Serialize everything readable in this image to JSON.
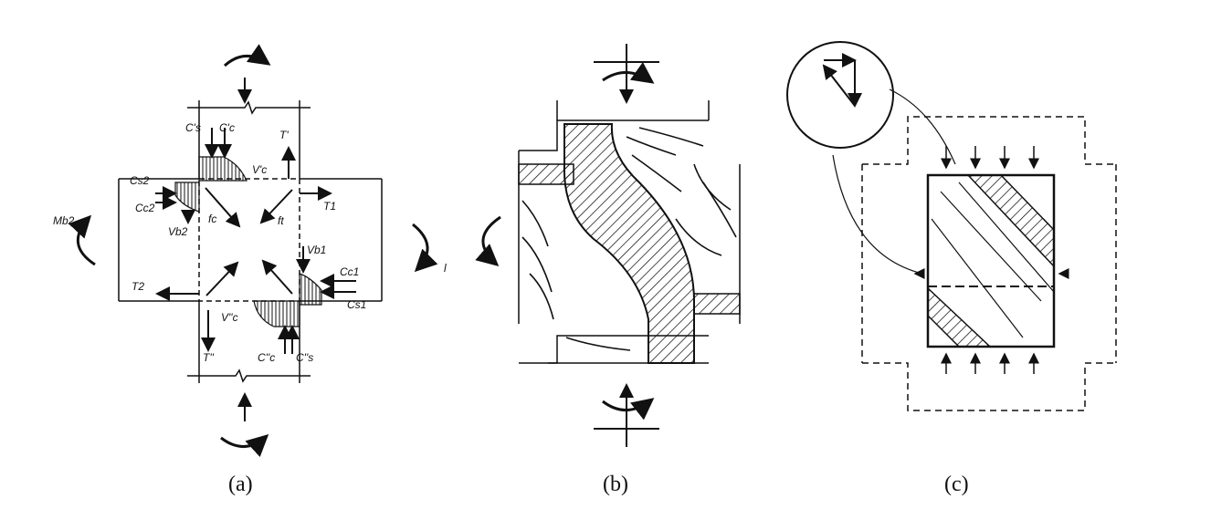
{
  "captions": {
    "a": "(a)",
    "b": "(b)",
    "c": "(c)"
  },
  "labels_a": {
    "cs1": "C's",
    "cc1": "C'c",
    "t_top": "T'",
    "vc_top": "V'c",
    "cs2": "Cs2",
    "cc2": "Cc2",
    "t1": "T1",
    "mb2": "Mb2",
    "fc": "fc",
    "ft": "ft",
    "vb2": "Vb2",
    "vb1": "Vb1",
    "cc1r": "Cc1",
    "cs1r": "Cs1",
    "t2": "T2",
    "vc_bot": "V''c",
    "t_bot": "T''",
    "cc_bot": "C''c",
    "cs_bot": "C''s",
    "m_right": "l"
  }
}
